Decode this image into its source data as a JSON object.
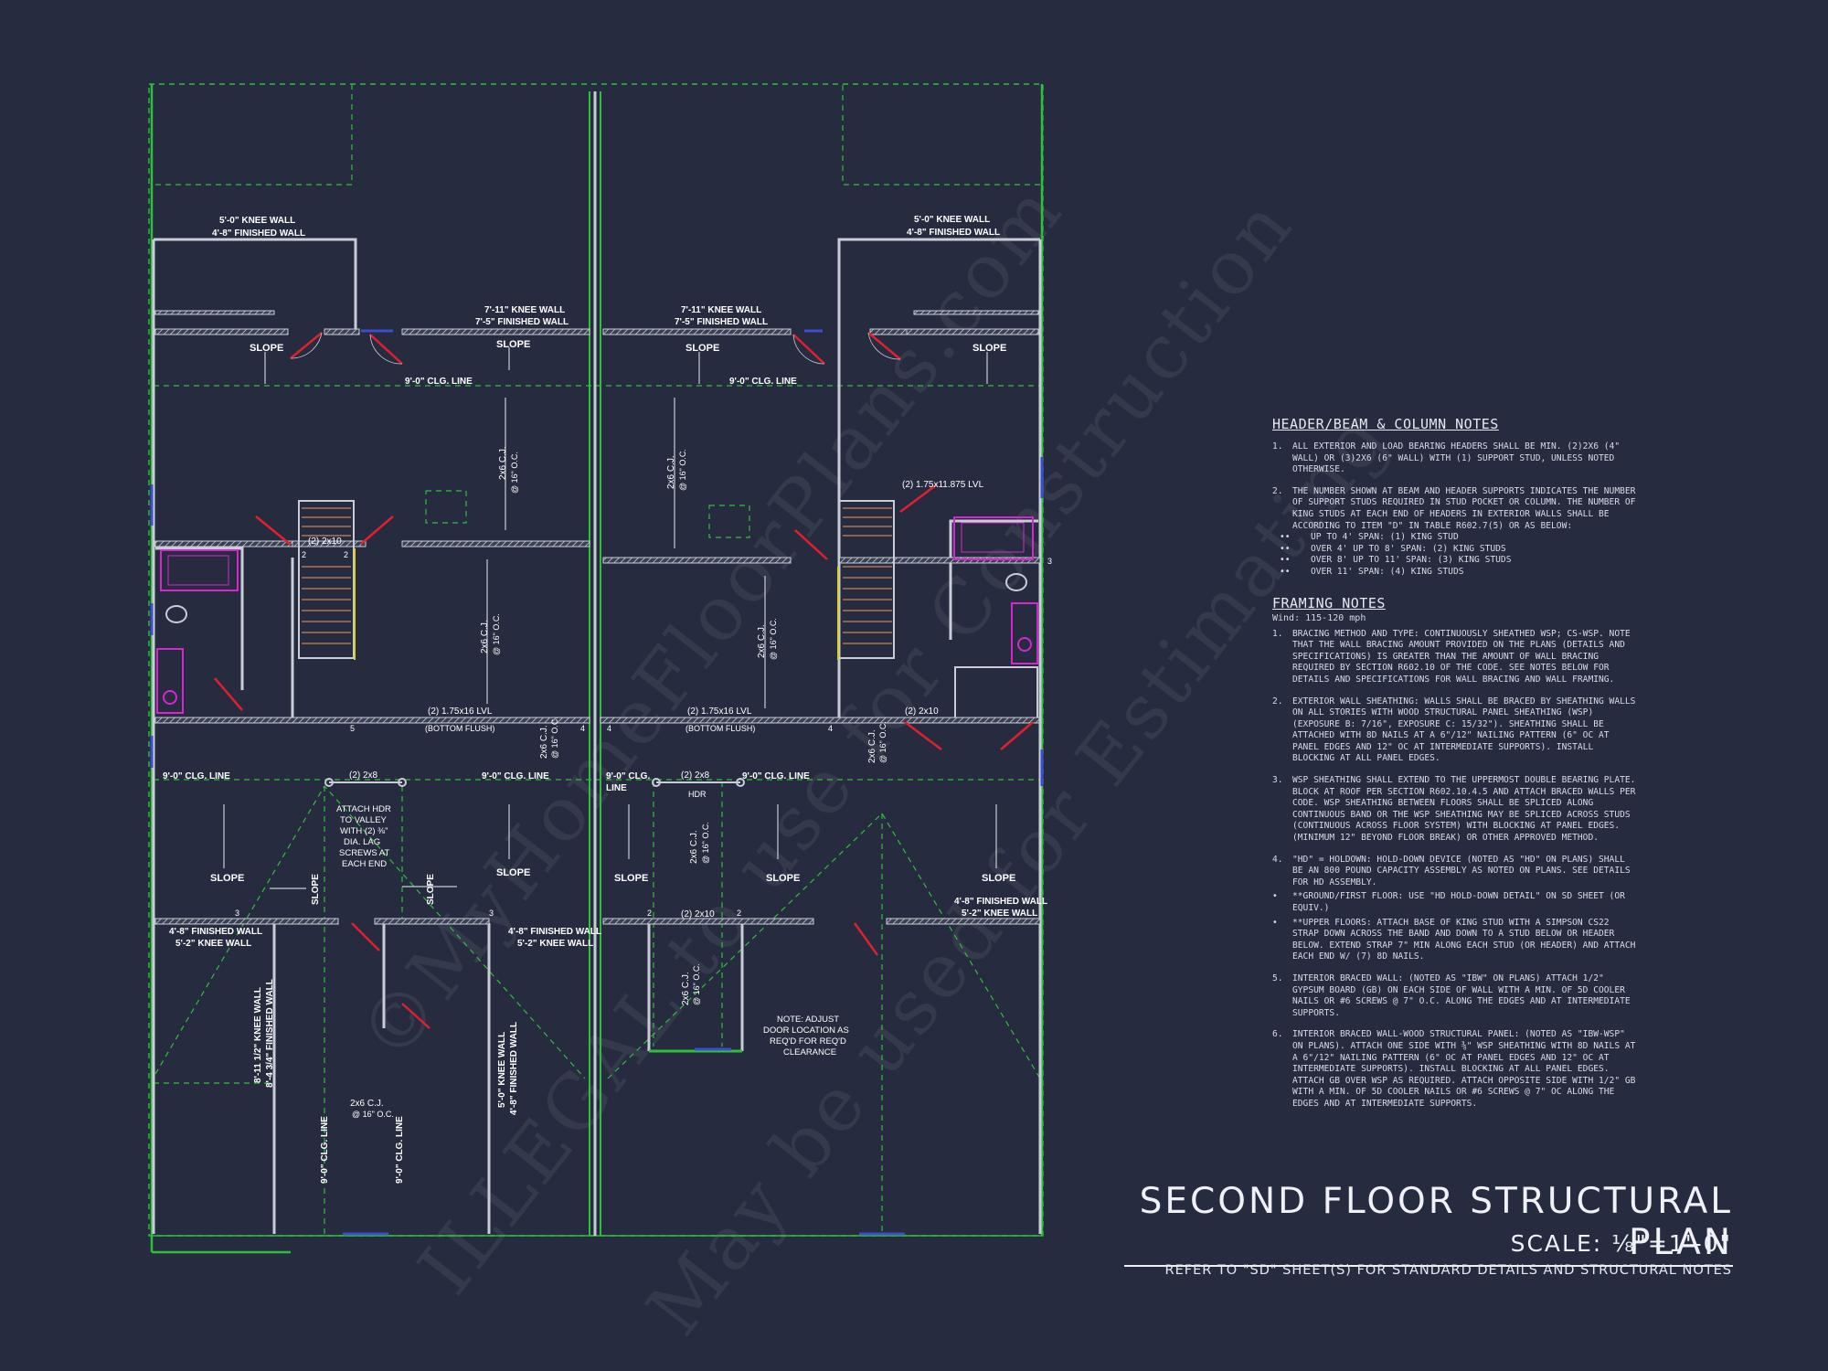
{
  "watermarks": [
    "©MyHomeFloorPlans.com",
    "ILLEGAL to use for Construction",
    "May be used for Estimating"
  ],
  "plan_labels": {
    "knee_wall_left_top": "5'-0\" KNEE WALL",
    "finished_wall_left_top": "4'-8\" FINISHED WALL",
    "knee_wall_right_top": "5'-0\" KNEE WALL",
    "finished_wall_right_top": "4'-8\" FINISHED WALL",
    "knee_wall_mid_l": "7'-11\" KNEE WALL",
    "finished_wall_mid_l": "7'-5\" FINISHED WALL",
    "knee_wall_mid_r": "7'-11\" KNEE WALL",
    "finished_wall_mid_r": "7'-5\" FINISHED WALL",
    "slope": "SLOPE",
    "clg_line": "9'-0\" CLG. LINE",
    "clg_line_split_a": "9'-0\" CLG.",
    "clg_line_split_b": "LINE",
    "cj_spacing": "2x6 C.J.",
    "oc": "@ 16\" O.C.",
    "lvl_short": "(2) 1.75x11.875 LVL",
    "lvl_long": "(2) 1.75x16 LVL",
    "bottom_flush": "(BOTTOM FLUSH)",
    "hdr_2x10": "(2) 2x10",
    "hdr_2x8": "(2) 2x8",
    "hdr": "HDR",
    "attach_hdr": [
      "ATTACH HDR",
      "TO VALLEY",
      "WITH (2) ⅜\"",
      "DIA. LAG",
      "SCREWS AT",
      "EACH END"
    ],
    "finished_wall_low": "4'-8\" FINISHED WALL",
    "knee_wall_low": "5'-2\" KNEE WALL",
    "tall_knee": "8'-11 1/2\" KNEE WALL",
    "tall_finished": "8'-4 3/4\" FINISHED WALL",
    "knee_5": "5'-0\" KNEE WALL",
    "fin_48": "4'-8\" FINISHED WALL",
    "note_door": [
      "NOTE: ADJUST",
      "DOOR LOCATION AS",
      "REQ'D FOR REQ'D",
      "CLEARANCE"
    ],
    "studs": [
      "2",
      "2",
      "3",
      "3",
      "3",
      "5",
      "4",
      "4",
      "4",
      "2",
      "2"
    ]
  },
  "header_notes": {
    "title": "HEADER/BEAM & COLUMN NOTES",
    "items": [
      {
        "n": "1.",
        "text": "ALL EXTERIOR AND LOAD BEARING HEADERS SHALL BE MIN. (2)2x6 (4\" WALL) OR (3)2x6 (6\" WALL) WITH (1) SUPPORT STUD, UNLESS NOTED OTHERWISE."
      },
      {
        "n": "2.",
        "text": "THE NUMBER SHOWN AT BEAM AND HEADER SUPPORTS INDICATES THE NUMBER OF SUPPORT STUDS REQUIRED IN STUD POCKET OR COLUMN. THE NUMBER OF KING STUDS AT EACH END OF HEADERS IN EXTERIOR WALLS SHALL BE ACCORDING TO ITEM \"d\" IN TABLE R602.7(5) OR AS BELOW:"
      }
    ],
    "bullets": [
      "UP TO 4' SPAN: (1) KING STUD",
      "OVER 4' UP TO 8' SPAN: (2) KING STUDS",
      "OVER 8' UP TO 11' SPAN: (3) KING STUDS",
      "OVER 11' SPAN: (4) KING STUDS"
    ]
  },
  "framing_notes": {
    "title": "FRAMING NOTES",
    "wind": "Wind: 115-120 mph",
    "items": [
      {
        "n": "1.",
        "text": "BRACING METHOD AND TYPE: CONTINUOUSLY SHEATHED WSP; CS-WSP. NOTE THAT THE WALL BRACING AMOUNT PROVIDED ON THE PLANS (DETAILS AND SPECIFICATIONS) IS GREATER THAN THE AMOUNT OF WALL BRACING REQUIRED BY SECTION R602.10 OF THE CODE. SEE NOTES BELOW FOR DETAILS AND SPECIFICATIONS FOR WALL BRACING AND WALL FRAMING."
      },
      {
        "n": "2.",
        "text": "EXTERIOR WALL SHEATHING: WALLS SHALL BE BRACED BY SHEATHING WALLS ON ALL STORIES WITH WOOD STRUCTURAL PANEL SHEATHING (WSP) (EXPOSURE B: 7/16\", EXPOSURE C: 15/32\"). SHEATHING SHALL BE ATTACHED WITH 8d NAILS AT A 6\"/12\" NAILING PATTERN (6\" OC AT PANEL EDGES AND 12\" OC AT INTERMEDIATE SUPPORTS). INSTALL BLOCKING AT ALL PANEL EDGES."
      },
      {
        "n": "3.",
        "text": "WSP SHEATHING SHALL EXTEND TO THE UPPERMOST DOUBLE BEARING PLATE. BLOCK AT ROOF PER SECTION R602.10.4.5 AND ATTACH BRACED WALLS PER CODE. WSP SHEATHING BETWEEN FLOORS SHALL BE SPLICED ALONG CONTINUOUS BAND OR THE WSP SHEATHING MAY BE SPLICED ACROSS STUDS (CONTINUOUS ACROSS FLOOR SYSTEM) WITH BLOCKING AT PANEL EDGES. (MINIMUM 12\" BEYOND FLOOR BREAK) OR OTHER APPROVED METHOD."
      },
      {
        "n": "4.",
        "text": "\"HD\" = HOLDOWN: HOLD-DOWN DEVICE (NOTED AS \"HD\" ON PLANS) SHALL BE AN 800 POUND CAPACITY ASSEMBLY AS NOTED ON PLANS. SEE DETAILS FOR HD ASSEMBLY."
      },
      {
        "n": "•",
        "text": "**GROUND/FIRST FLOOR: USE \"HD HOLD-DOWN DETAIL\" ON SD SHEET (OR EQUIV.)"
      },
      {
        "n": "•",
        "text": "**UPPER FLOORS: ATTACH BASE OF KING STUD WITH A SIMPSON CS22 STRAP DOWN ACROSS THE BAND AND DOWN TO A STUD BELOW OR HEADER BELOW. EXTEND STRAP 7\" MIN ALONG EACH STUD (OR HEADER) AND ATTACH EACH END W/ (7) 8d NAILS."
      },
      {
        "n": "5.",
        "text": "INTERIOR BRACED WALL: (NOTED AS \"IBW\" ON PLANS) ATTACH 1/2\" GYPSUM BOARD (GB) ON EACH SIDE OF WALL WITH A MIN. OF 5d COOLER NAILS OR #6 SCREWS @ 7\" O.C. ALONG THE EDGES AND AT INTERMEDIATE SUPPORTS."
      },
      {
        "n": "6.",
        "text": "INTERIOR BRACED WALL-WOOD STRUCTURAL PANEL: (NOTED AS \"IBW-WSP\" ON PLANS). ATTACH ONE SIDE WITH ⅜\" WSP SHEATHING WITH 8d NAILS AT A 6\"/12\" NAILING PATTERN (6\" OC AT PANEL EDGES AND 12\" OC AT INTERMEDIATE SUPPORTS). INSTALL BLOCKING AT ALL PANEL EDGES. ATTACH GB OVER WSP AS REQUIRED. ATTACH OPPOSITE SIDE WITH 1/2\" GB WITH A MIN. OF 5d COOLER NAILS OR #6 SCREWS @ 7\" OC ALONG THE EDGES AND AT INTERMEDIATE SUPPORTS."
      }
    ]
  },
  "title_block": {
    "title": "SECOND FLOOR STRUCTURAL PLAN",
    "scale": "SCALE: ⅛\"=1'-0\"",
    "refer": "REFER TO \"SD\" SHEET(S) FOR STANDARD DETAILS AND STRUCTURAL NOTES"
  },
  "colors": {
    "background": "#262b3f",
    "wall": "#c8ccd6",
    "green": "#2fbf3a",
    "red": "#e0202a",
    "magenta": "#d726d0",
    "blue": "#3b4fc9",
    "orange": "#c9835a",
    "yellow": "#d9cf2a"
  }
}
